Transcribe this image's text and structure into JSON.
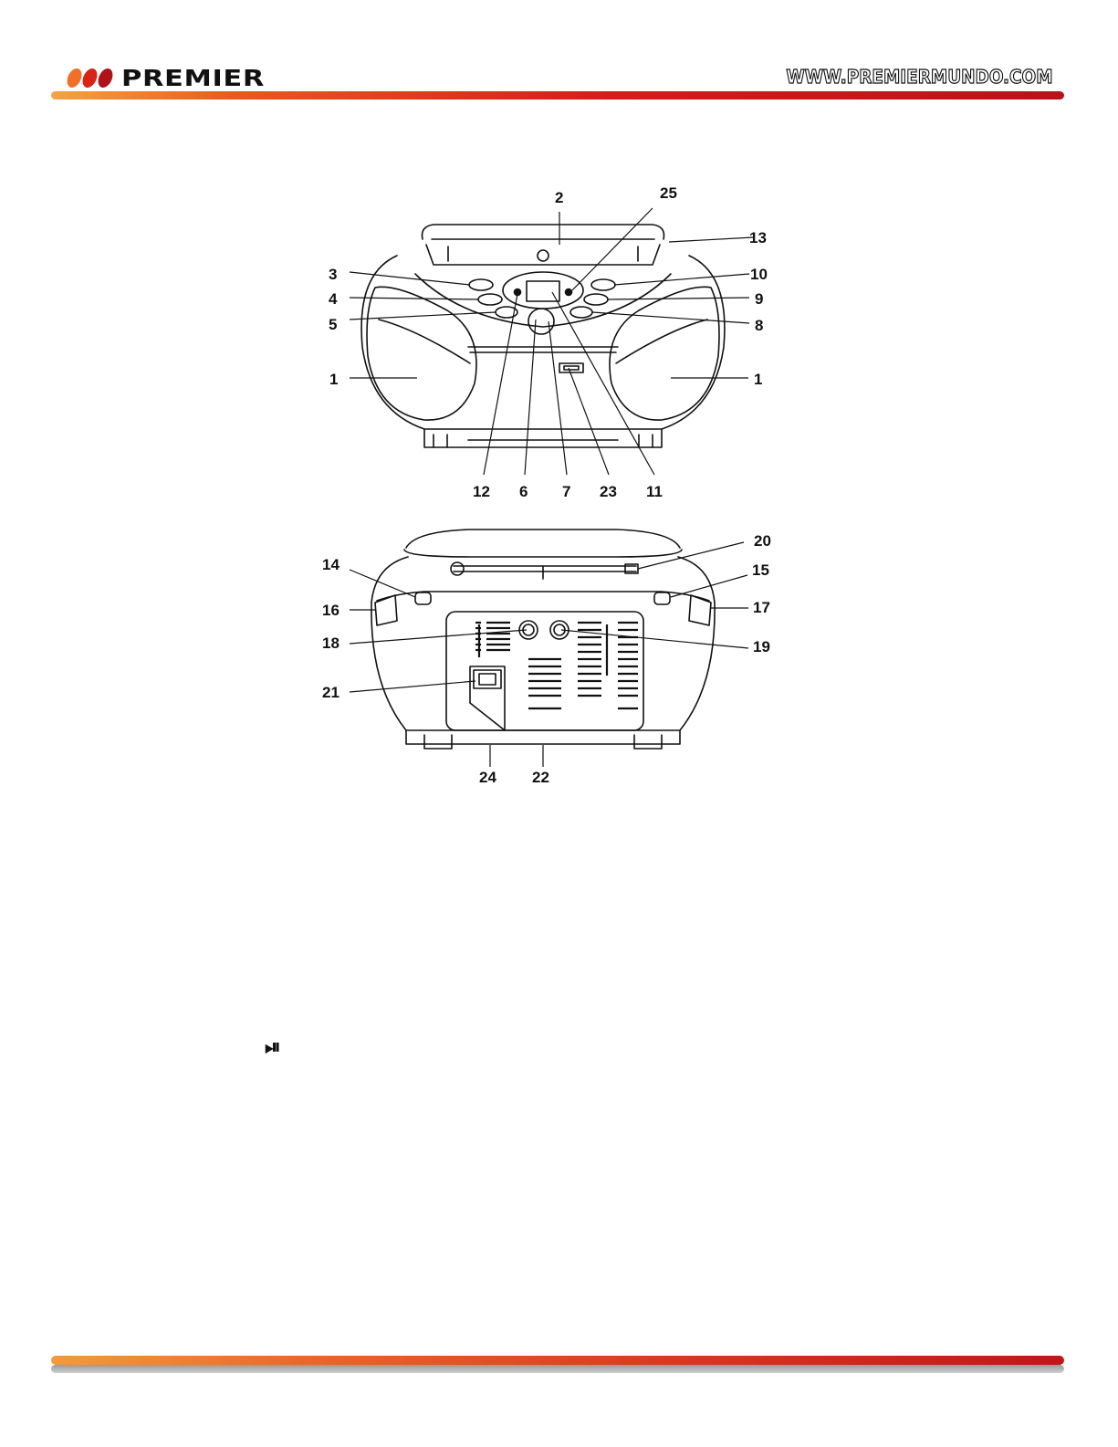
{
  "header": {
    "brand": "PREMIER",
    "website": "WWW.PREMIERMUNDO.COM",
    "dot_colors": [
      "#f0702a",
      "#d62418",
      "#b0121a"
    ]
  },
  "diagram": {
    "front_callouts": [
      "2",
      "25",
      "13",
      "3",
      "10",
      "4",
      "9",
      "5",
      "8",
      "1",
      "1",
      "12",
      "6",
      "7",
      "23",
      "11"
    ],
    "back_callouts": [
      "20",
      "14",
      "15",
      "16",
      "17",
      "18",
      "19",
      "21",
      "24",
      "22"
    ]
  },
  "body_text": {
    "play_pause_symbol": "⏯"
  },
  "colors": {
    "rule_red": "#d61c1a",
    "rule_orange": "#f4a443"
  }
}
